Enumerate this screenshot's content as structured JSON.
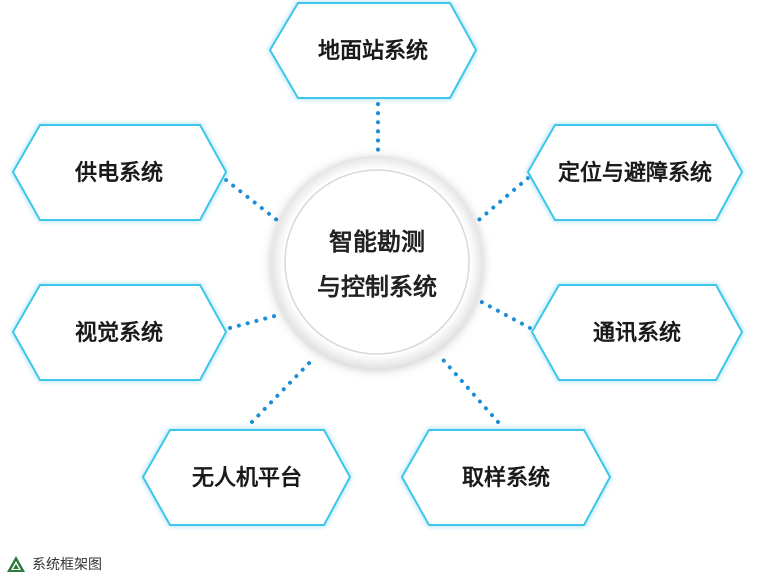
{
  "center": {
    "line1": "智能勘测",
    "line2": "与控制系统"
  },
  "nodes": [
    {
      "key": "ground",
      "label": "地面站系统"
    },
    {
      "key": "power",
      "label": "供电系统"
    },
    {
      "key": "positioning",
      "label": "定位与避障系统"
    },
    {
      "key": "vision",
      "label": "视觉系统"
    },
    {
      "key": "comm",
      "label": "通讯系统"
    },
    {
      "key": "drone",
      "label": "无人机平台"
    },
    {
      "key": "sampling",
      "label": "取样系统"
    }
  ],
  "caption": {
    "icon": "triangle-logo-icon",
    "text": "系统框架图"
  },
  "colors": {
    "hex_stroke": "#3cc6e8",
    "hex_glow": "#bfeefa",
    "dots": "#1a8fd8",
    "center_ring": "#d8d8d8",
    "logo": "#2a7a3a"
  }
}
